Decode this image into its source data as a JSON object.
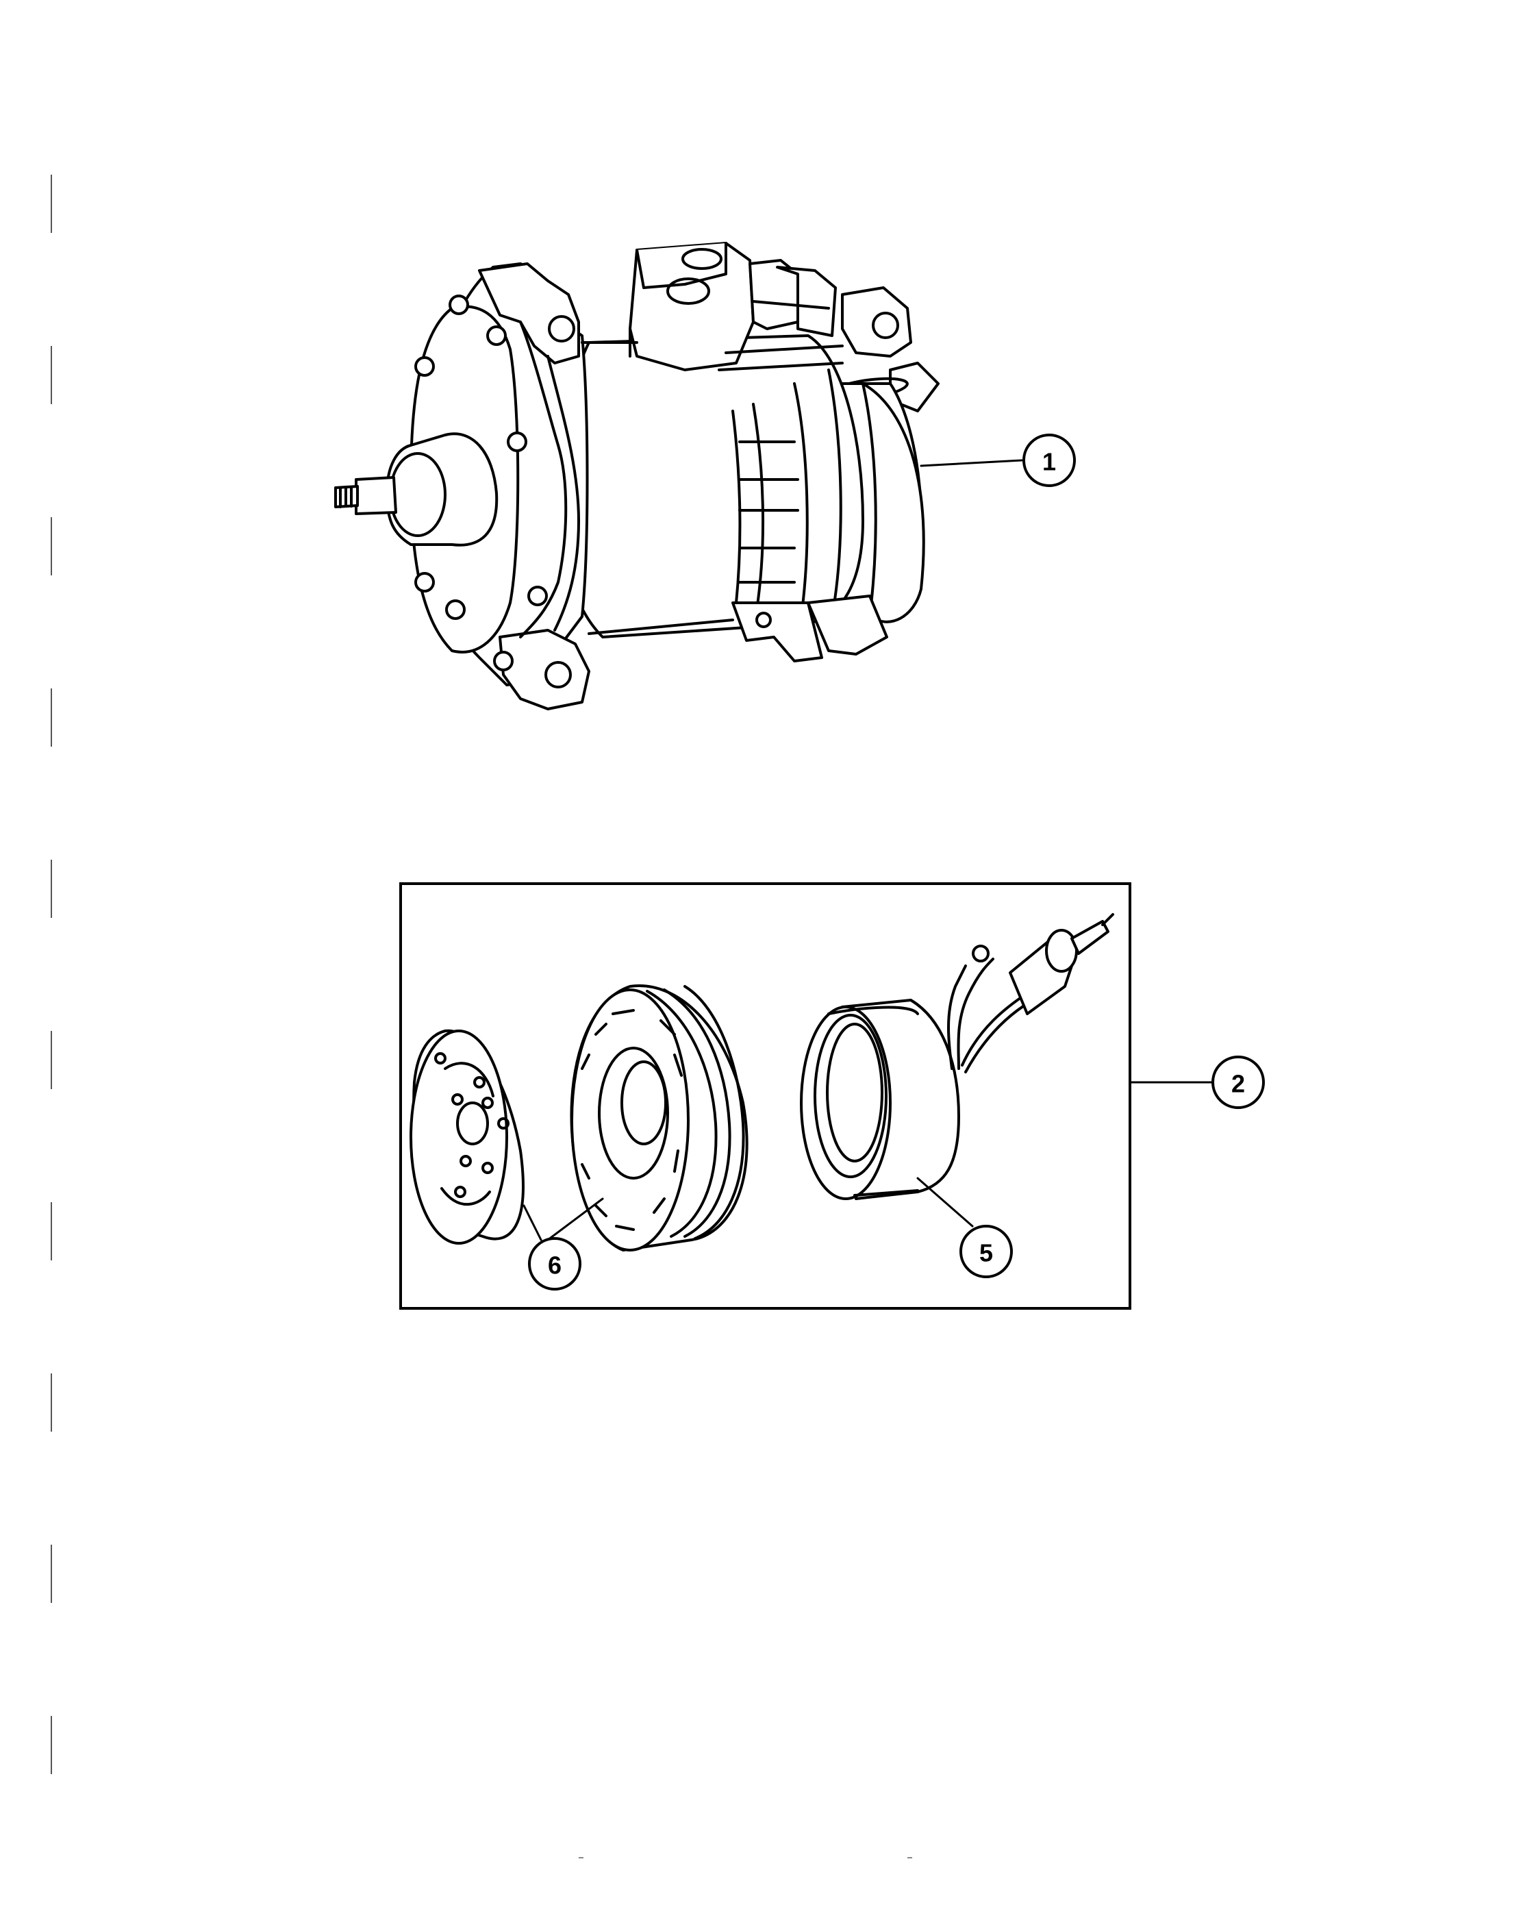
{
  "diagram": {
    "background": "#ffffff",
    "ink_color": "#000000",
    "callouts": [
      {
        "id": "callout-1",
        "label": "1"
      },
      {
        "id": "callout-2",
        "label": "2"
      },
      {
        "id": "callout-5",
        "label": "5"
      },
      {
        "id": "callout-6",
        "label": "6"
      }
    ]
  }
}
